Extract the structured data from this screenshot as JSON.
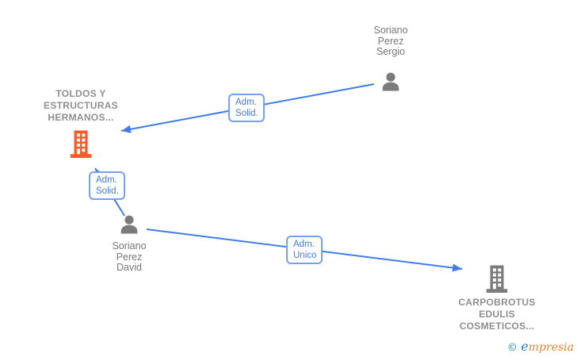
{
  "colors": {
    "edge_blue": "#3e7de8",
    "label_border_blue": "#74a0f0",
    "company_orange": "#ff5a26",
    "icon_gray": "#7b7b7b",
    "company_text_gray": "#8f8f8f",
    "person_text_gray": "#777777",
    "watermark_teal": "#1d8f9e",
    "watermark_blue": "#2b7de0",
    "watermark_orange": "#e8832b"
  },
  "nodes": {
    "sergio": {
      "type": "person",
      "lines": [
        "Soriano",
        "Perez",
        "Sergio"
      ]
    },
    "toldos": {
      "type": "company",
      "lines": [
        "TOLDOS Y",
        "ESTRUCTURAS",
        "HERMANOS..."
      ]
    },
    "david": {
      "type": "person",
      "lines": [
        "Soriano",
        "Perez",
        "David"
      ]
    },
    "carpobrotus": {
      "type": "company",
      "lines": [
        "CARPOBROTUS",
        "EDULIS",
        "COSMETICOS..."
      ]
    }
  },
  "edges": [
    {
      "from": "sergio",
      "to": "toldos",
      "label_lines": [
        "Adm.",
        "Solid."
      ]
    },
    {
      "from": "david",
      "to": "toldos",
      "label_lines": [
        "Adm.",
        "Solid."
      ]
    },
    {
      "from": "david",
      "to": "carpobrotus",
      "label_lines": [
        "Adm.",
        "Unico"
      ]
    }
  ],
  "watermark": {
    "copyright": "©",
    "brand_initial": "e",
    "brand_rest": "mpresia"
  }
}
